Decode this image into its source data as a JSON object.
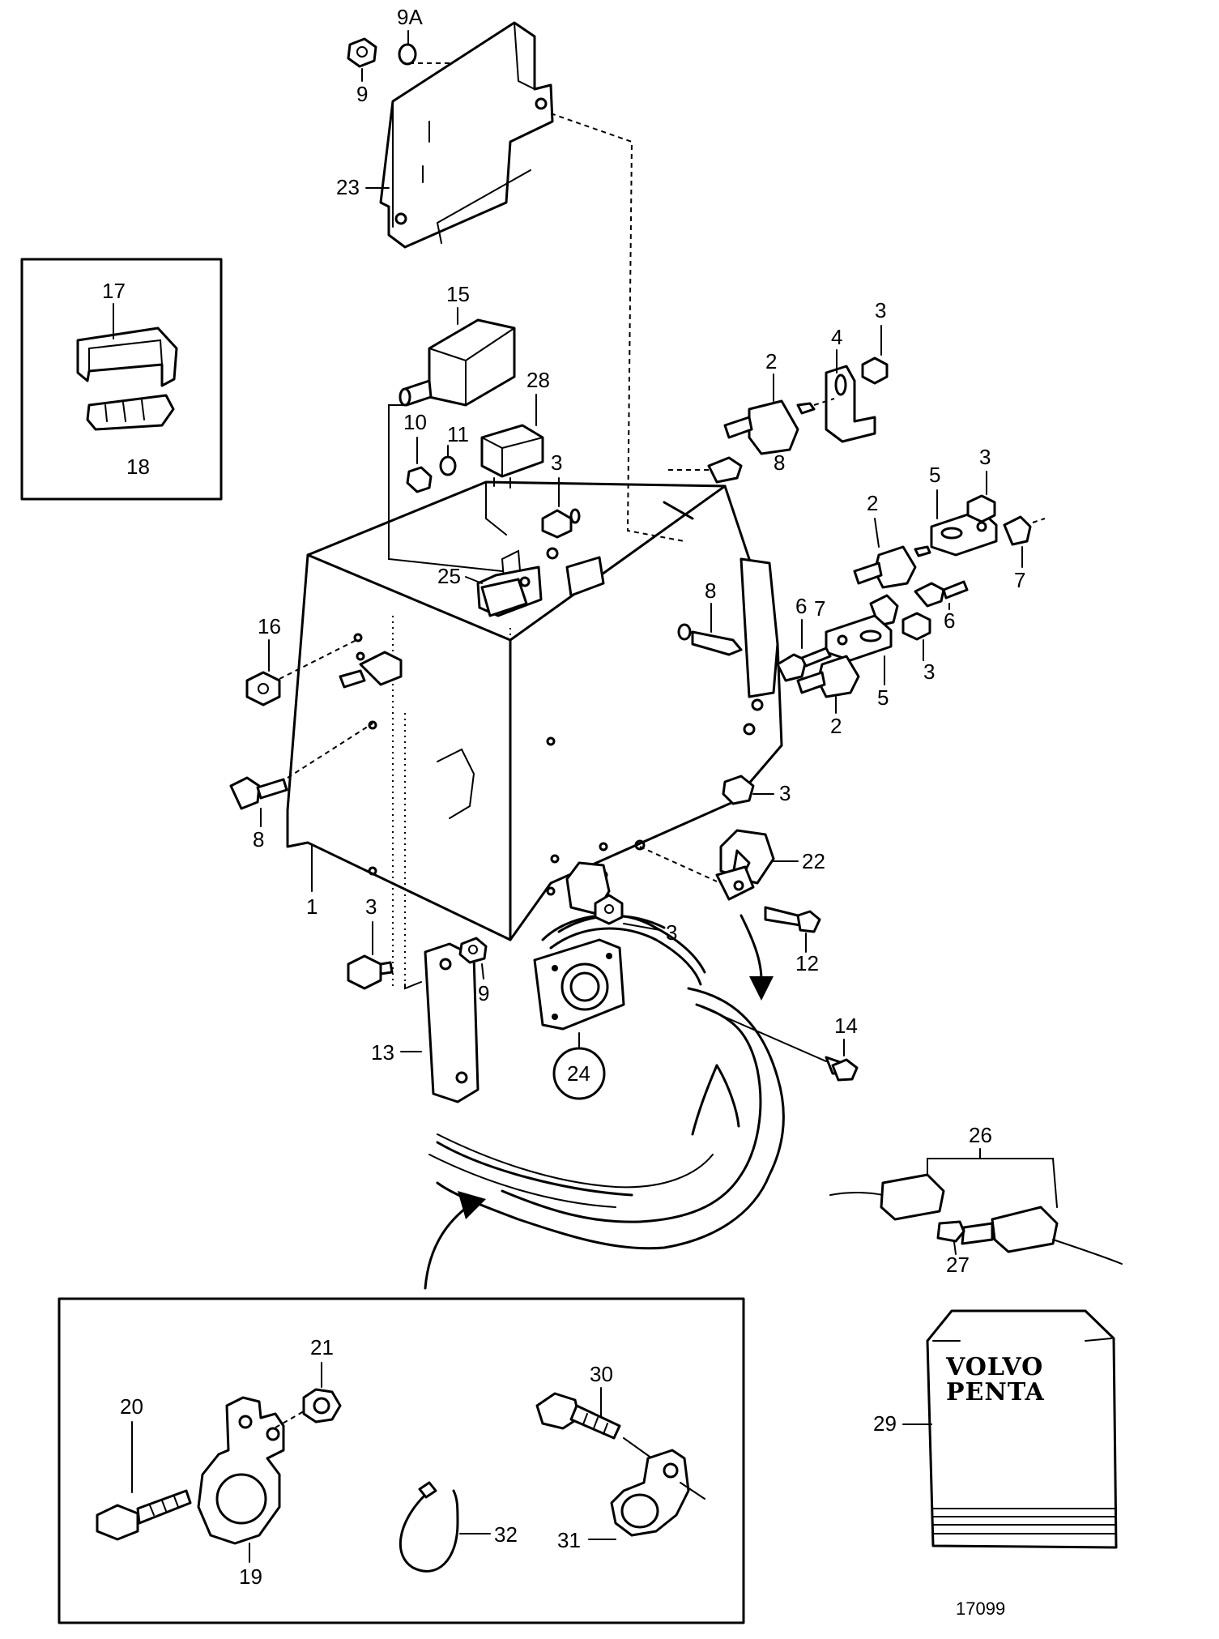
{
  "callouts": {
    "c1": "1",
    "c2a": "2",
    "c2b": "2",
    "c2c": "2",
    "c3a": "3",
    "c3b": "3",
    "c3c": "3",
    "c3d": "3",
    "c3e": "3",
    "c3f": "3",
    "c3g": "3",
    "c4": "4",
    "c5a": "5",
    "c5b": "5",
    "c6a": "6",
    "c6b": "6",
    "c7a": "7",
    "c7b": "7",
    "c8a": "8",
    "c8b": "8",
    "c8c": "8",
    "c9a": "9",
    "c9b": "9",
    "c9A": "9A",
    "c10": "10",
    "c11": "11",
    "c12": "12",
    "c13": "13",
    "c14": "14",
    "c15": "15",
    "c16": "16",
    "c17": "17",
    "c18": "18",
    "c19": "19",
    "c20": "20",
    "c21": "21",
    "c22": "22",
    "c23": "23",
    "c24": "24",
    "c25": "25",
    "c26": "26",
    "c27": "27",
    "c28": "28",
    "c29": "29",
    "c30": "30",
    "c31": "31",
    "c32": "32"
  },
  "manual": {
    "brand_line1": "VOLVO",
    "brand_line2": "PENTA"
  },
  "figure_number": "17099"
}
